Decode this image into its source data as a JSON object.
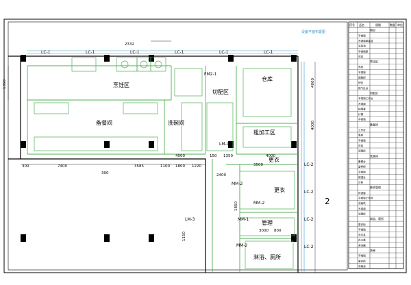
{
  "rooms": {
    "cooking": "烹饪区",
    "serving_prep": "备餐间",
    "dishwashing": "洗碗间",
    "cutting": "切配区",
    "warehouse": "仓库",
    "rough_processing": "粗加工区",
    "changing_1": "更衣",
    "changing_2": "更衣",
    "management": "管理",
    "shower_toilet": "淋浴、厕所"
  },
  "labels": {
    "lc": "LC-1",
    "fm2": "FM2-1",
    "lm4": "LM-4",
    "lm3": "LM-3",
    "mm2": "MM-2",
    "mm1": "MM-1",
    "lc2": "LC-2",
    "note_top": "设备平面布置图",
    "axis_marker": "2"
  },
  "dimensions": {
    "d2332": "2332",
    "d7400": "7400",
    "d3585": "3585",
    "d300a": "300",
    "d300b": "300",
    "d1100": "1100",
    "d1800": "1800",
    "d1220": "1220",
    "d4000a": "4000",
    "d150": "150",
    "d1350": "1350",
    "d4000b": "4000",
    "d3500": "3500",
    "d2400": "2400",
    "d1350v": "1350",
    "d4000v1": "4000",
    "d4000v2": "4000",
    "d1850": "1850",
    "d800": "800",
    "d3000": "3000",
    "d1150": "1150"
  },
  "table": {
    "headers": [
      "序号",
      "品名",
      "规格",
      "数量",
      "单位"
    ],
    "sections": [
      "粗加",
      "烹饪区",
      "切配区",
      "备餐间",
      "洗碗间",
      "更衣管理",
      "淋浴、厕所",
      "洗碗"
    ],
    "row_names": [
      "不锈钢",
      "不锈钢单星盆",
      "洗菜池",
      "不锈钢案",
      "货架",
      "吊柜",
      "不锈钢",
      "保鲜柜",
      "炉灶",
      "燃气灶台",
      "不锈钢工作台",
      "不锈钢",
      "排烟罩",
      "炒锅",
      "不锈钢",
      "工作台",
      "蒸柜",
      "不锈钢",
      "货架",
      "消毒柜",
      "备餐台",
      "留样柜",
      "不锈钢",
      "保温台",
      "冷柜",
      "传递窗",
      "不锈钢工作台",
      "洗碗机",
      "不锈钢",
      "消毒柜",
      "更衣柜",
      "不锈钢",
      "洗手盆",
      "办公桌",
      "淋浴器",
      "不锈钢",
      "更衣柜",
      "洗碗池"
    ]
  }
}
